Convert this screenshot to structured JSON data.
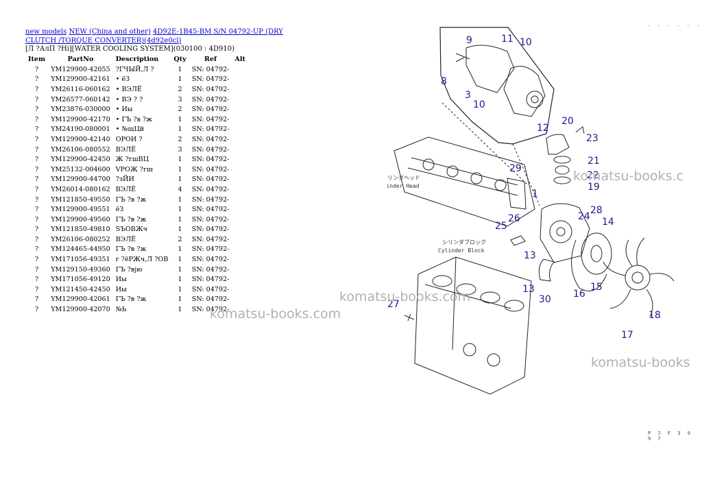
{
  "breadcrumb": {
    "link1": "new models",
    "link2": "NEW (China and other)",
    "link3": "4D92E-1B45-BM S/N 04792-UP (DRY CLUTCH /TORQUE CONVERTER)(4d92e0cl)"
  },
  "section_title": "[Л ?АлП ?Нi][WATER COOLING SYSTEM](030100 : 4D910)",
  "table": {
    "headers": {
      "item": "Item",
      "partno": "PartNo",
      "description": "Description",
      "qty": "Qty",
      "ref": "Ref",
      "alt": "Alt"
    },
    "rows": [
      {
        "item": "?",
        "partno": "YM129900-42055",
        "description": "?ГЧЫЙ,Л ?",
        "qty": "1",
        "ref": "SN: 04792-"
      },
      {
        "item": "?",
        "partno": "YM129900-42161",
        "description": "• ёЗ",
        "qty": "1",
        "ref": "SN: 04792-"
      },
      {
        "item": "?",
        "partno": "YM26116-060162",
        "description": "• ВЭЛЁ",
        "qty": "2",
        "ref": "SN: 04792-"
      },
      {
        "item": "?",
        "partno": "YM26577-060142",
        "description": "• ВЭ ? ?",
        "qty": "3",
        "ref": "SN: 04792-"
      },
      {
        "item": "?",
        "partno": "YM23876-030000",
        "description": "• Иы",
        "qty": "2",
        "ref": "SN: 04792-"
      },
      {
        "item": "?",
        "partno": "YM129900-42170",
        "description": "• ГЪ ?в ?ж",
        "qty": "1",
        "ref": "SN: 04792-"
      },
      {
        "item": "?",
        "partno": "YM24190-080001",
        "description": "• №щЦй",
        "qty": "1",
        "ref": "SN: 04792-"
      },
      {
        "item": "?",
        "partno": "YM129900-42140",
        "description": "ОРОИ ?",
        "qty": "2",
        "ref": "SN: 04792-"
      },
      {
        "item": "?",
        "partno": "YM26106-080552",
        "description": "ВЭЛЁ",
        "qty": "3",
        "ref": "SN: 04792-"
      },
      {
        "item": "?",
        "partno": "YM129900-42450",
        "description": "Ж ?гшВЦ",
        "qty": "1",
        "ref": "SN: 04792-"
      },
      {
        "item": "?",
        "partno": "YM25132-004600",
        "description": "VРОЖ ?гш",
        "qty": "1",
        "ref": "SN: 04792-"
      },
      {
        "item": "?",
        "partno": "YM129900-44700",
        "description": "?зЙИ",
        "qty": "1",
        "ref": "SN: 04792-"
      },
      {
        "item": "?",
        "partno": "YM26014-080162",
        "description": "ВЭЛЁ",
        "qty": "4",
        "ref": "SN: 04792-"
      },
      {
        "item": "?",
        "partno": "YM121850-49550",
        "description": "ГЪ ?в ?ж",
        "qty": "1",
        "ref": "SN: 04792-"
      },
      {
        "item": "?",
        "partno": "YM129900-49551",
        "description": "ёЗ",
        "qty": "1",
        "ref": "SN: 04792-"
      },
      {
        "item": "?",
        "partno": "YM129900-49560",
        "description": "ГЪ ?в ?ж",
        "qty": "1",
        "ref": "SN: 04792-"
      },
      {
        "item": "?",
        "partno": "YM121850-49810",
        "description": "SЪОВЖч",
        "qty": "1",
        "ref": "SN: 04792-"
      },
      {
        "item": "?",
        "partno": "YM26106-080252",
        "description": "ВЭЛЁ",
        "qty": "2",
        "ref": "SN: 04792-"
      },
      {
        "item": "?",
        "partno": "YM124465-44950",
        "description": "ГЪ ?в ?ж",
        "qty": "1",
        "ref": "SN: 04792-"
      },
      {
        "item": "?",
        "partno": "YM171056-49351",
        "description": "г ?ёРЖч,Л ?ОВ",
        "qty": "1",
        "ref": "SN: 04792-"
      },
      {
        "item": "?",
        "partno": "YM129150-49360",
        "description": "ГЪ ?вјю",
        "qty": "1",
        "ref": "SN: 04792-"
      },
      {
        "item": "?",
        "partno": "YM171056-49120",
        "description": "Иы",
        "qty": "1",
        "ref": "SN: 04792-"
      },
      {
        "item": "?",
        "partno": "YM121450-42450",
        "description": "Иы",
        "qty": "1",
        "ref": "SN: 04792-"
      },
      {
        "item": "?",
        "partno": "YM129900-42061",
        "description": "ГЪ ?в ?ж",
        "qty": "1",
        "ref": "SN: 04792-"
      },
      {
        "item": "?",
        "partno": "YM129900-42070",
        "description": "№Ь",
        "qty": "1",
        "ref": "SN: 04792-"
      }
    ]
  },
  "diagram": {
    "cylinder_head_jp": "シリンダヘッド",
    "cylinder_head": "Cylinder Head",
    "cylinder_block_jp": "シリンダブロック",
    "cylinder_block": "Cylinder Block",
    "callouts": [
      "9",
      "11",
      "10",
      "8",
      "3",
      "10",
      "12",
      "20",
      "23",
      "21",
      "22",
      "19",
      "29",
      "1",
      "28",
      "24",
      "14",
      "26",
      "25",
      "13",
      "13",
      "30",
      "16",
      "15",
      "27",
      "18",
      "17"
    ],
    "callout_color": "#1a1a8c"
  },
  "watermarks": [
    "komatsu-books.c",
    "komatsu-books.com",
    "komatsu-books.com",
    "komatsu-books"
  ],
  "corner_top": ". . . . . .",
  "corner_bottom": "P J F 3 9 9 7"
}
